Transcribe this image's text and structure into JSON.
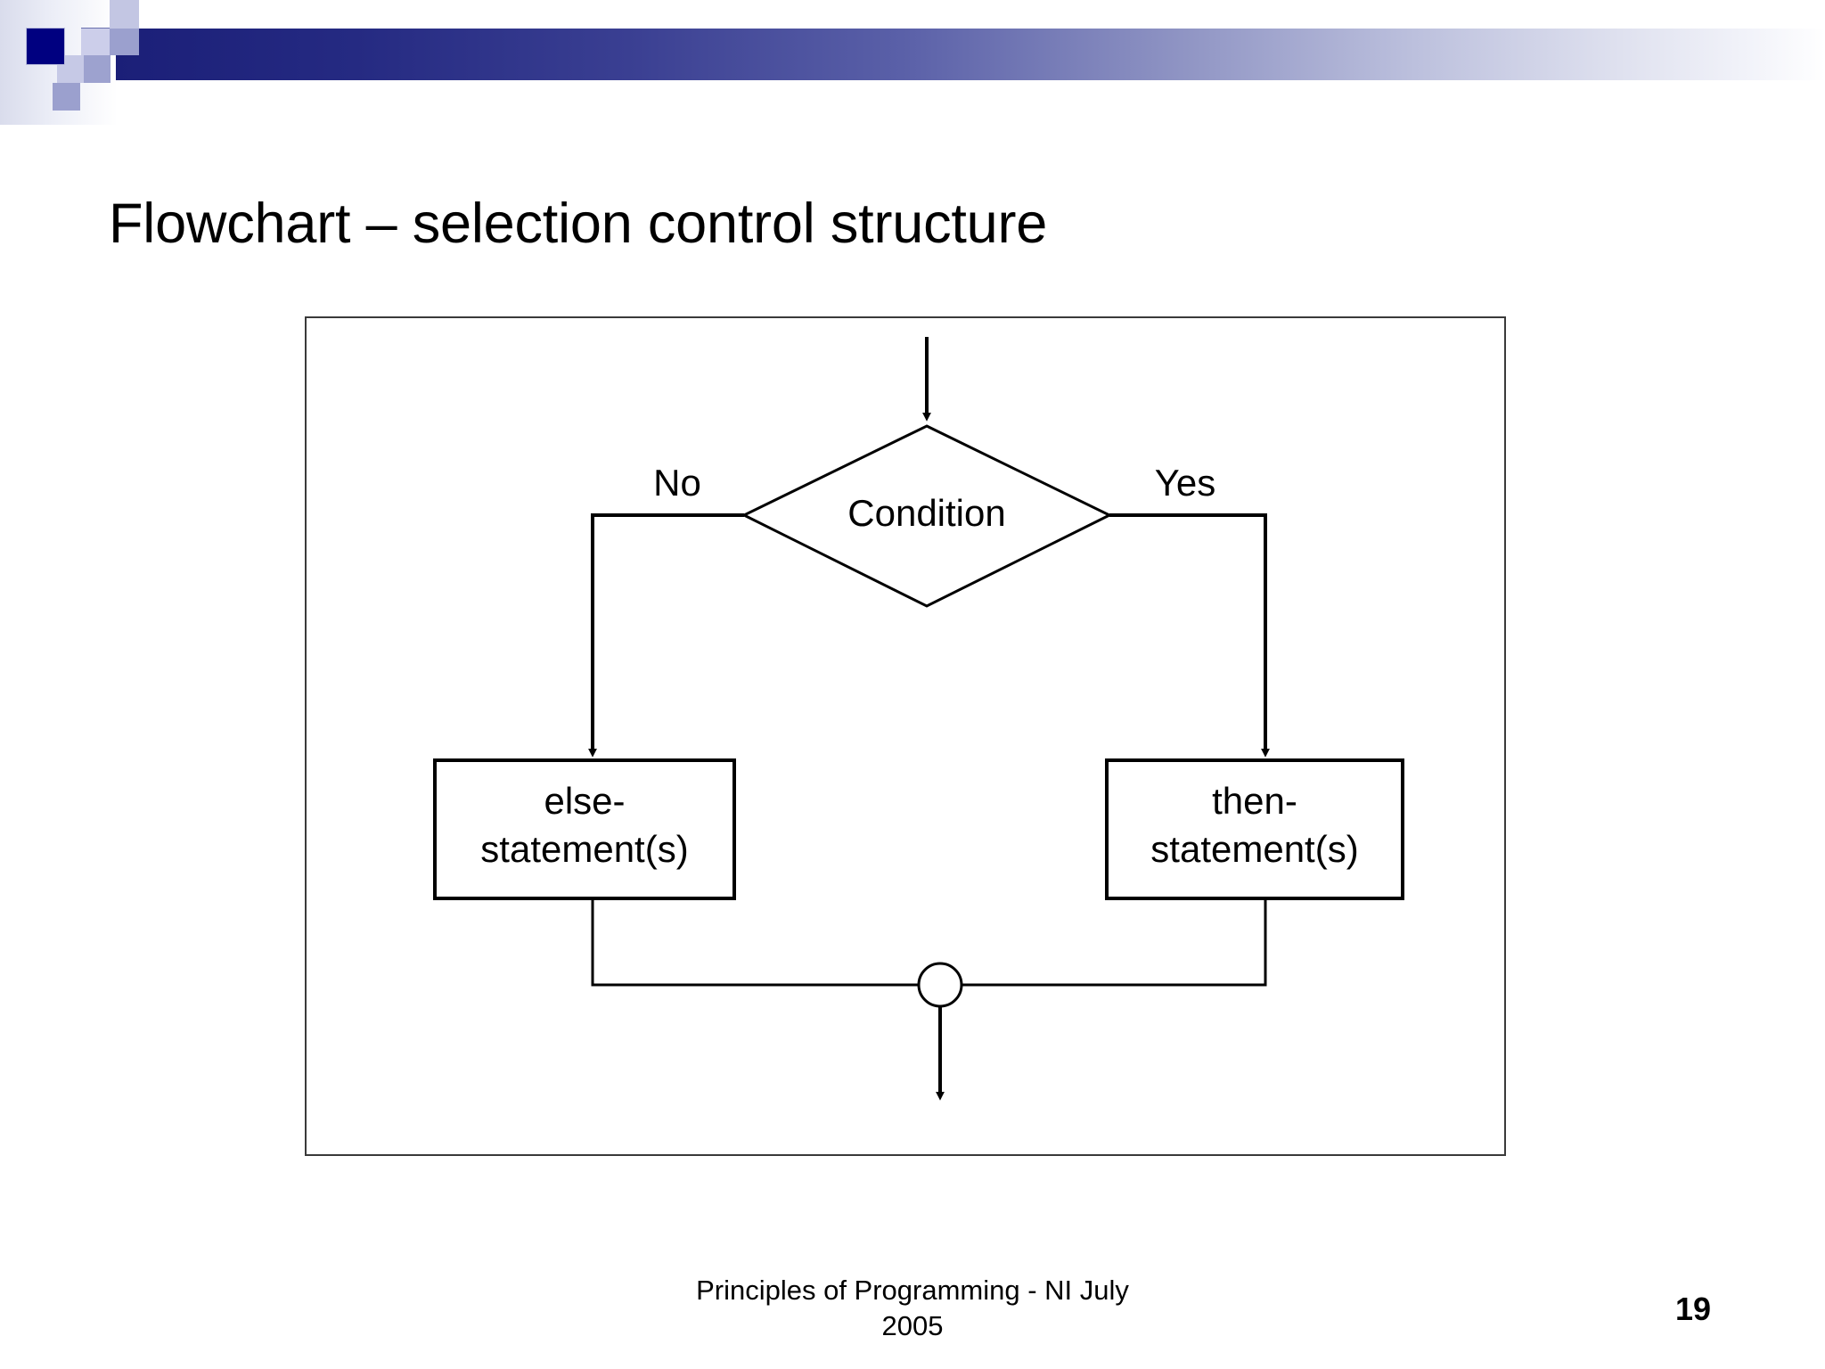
{
  "slide": {
    "title": "Flowchart – selection control structure",
    "footer": {
      "line1": "Principles of Programming - NI July",
      "line2": "2005"
    },
    "page_number": "19"
  },
  "theme": {
    "accent_navy": "#000080",
    "bar_gradient_start": "#1b1f78",
    "bar_gradient_end": "#ffffff",
    "text_color": "#000000",
    "frame_border": "#3a3a3a",
    "shape_stroke": "#000000"
  },
  "flowchart": {
    "decision": {
      "label": "Condition",
      "shape": "diamond"
    },
    "branch_labels": {
      "left": "No",
      "right": "Yes"
    },
    "process_left": {
      "line1": "else-",
      "line2": "statement(s)",
      "shape": "rectangle"
    },
    "process_right": {
      "line1": "then-",
      "line2": "statement(s)",
      "shape": "rectangle"
    },
    "merge": {
      "shape": "circle"
    }
  }
}
